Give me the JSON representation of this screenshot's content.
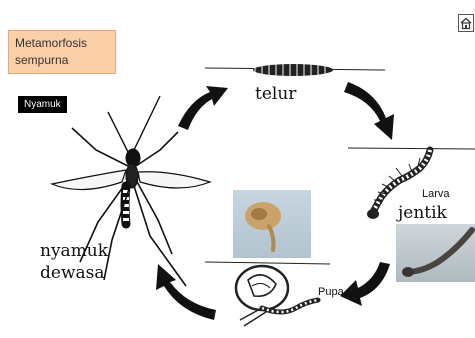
{
  "header": {
    "title_lines": [
      "Metamorfosis",
      "sempurna"
    ],
    "species_tag": "Nyamuk"
  },
  "stages": {
    "telur": "telur",
    "larva": "Larva",
    "jentik": "jentik",
    "pupa": "Pupa",
    "adult_lines": [
      "nyamuk",
      "dewasa"
    ]
  },
  "icons": {
    "home": "home-icon"
  },
  "colors": {
    "title_box_bg": "#fbd0a8",
    "arrow": "#111111",
    "species_tag_bg": "#000000"
  }
}
